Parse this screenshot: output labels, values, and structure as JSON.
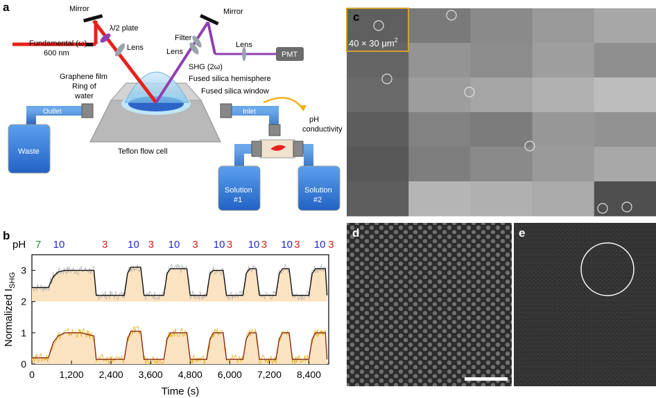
{
  "panel_a": {
    "letter": "a",
    "labels": {
      "mirror_left": "Mirror",
      "half_wave": "λ/2 plate",
      "lens_left": "Lens",
      "fundamental_1": "Fundamental (ω)",
      "fundamental_2": "600 nm",
      "mirror_right": "Mirror",
      "filter": "Filter",
      "lens_mid": "Lens",
      "lens_right": "Lens",
      "shg": "SHG (2ω)",
      "pmt": "PMT",
      "graphene": "Graphene film",
      "ring1": "Ring of",
      "ring2": "water",
      "hemisphere": "Fused silica hemisphere",
      "window": "Fused silica window",
      "outlet": "Outlet",
      "inlet": "Inlet",
      "ph1": "pH",
      "ph2": "conductivity",
      "waste": "Waste",
      "flowcell": "Teflon flow cell",
      "sol1_a": "Solution",
      "sol1_b": "#1",
      "sol2_a": "Solution",
      "sol2_b": "#2"
    },
    "colors": {
      "fundamental_beam": "#e8211c",
      "shg_beam": "#8e3fb0",
      "water": "#3d7fd6",
      "tubing": "#3a78c8"
    }
  },
  "panel_b": {
    "letter": "b",
    "ph_label": "pH",
    "ph_sequence": [
      {
        "t": 0,
        "v": "7",
        "color": "#1e8c2c"
      },
      {
        "t": 540,
        "v": "10",
        "color": "#1f28c8"
      },
      {
        "t": 2020,
        "v": "3",
        "color": "#d41919"
      },
      {
        "t": 2800,
        "v": "10",
        "color": "#1f28c8"
      },
      {
        "t": 3420,
        "v": "3",
        "color": "#d41919"
      },
      {
        "t": 4030,
        "v": "10",
        "color": "#1f28c8"
      },
      {
        "t": 4760,
        "v": "3",
        "color": "#d41919"
      },
      {
        "t": 5400,
        "v": "10",
        "color": "#1f28c8"
      },
      {
        "t": 5800,
        "v": "3",
        "color": "#d41919"
      },
      {
        "t": 6450,
        "v": "10",
        "color": "#1f28c8"
      },
      {
        "t": 6850,
        "v": "3",
        "color": "#d41919"
      },
      {
        "t": 7450,
        "v": "10",
        "color": "#1f28c8"
      },
      {
        "t": 7850,
        "v": "3",
        "color": "#d41919"
      },
      {
        "t": 8450,
        "v": "10",
        "color": "#1f28c8"
      },
      {
        "t": 8880,
        "v": "3",
        "color": "#d41919"
      }
    ]
  },
  "chart_data": {
    "type": "line",
    "xlabel": "Time (s)",
    "ylabel": "Normalized I",
    "ylabel_sub": "SHG",
    "xlim": [
      0,
      9000
    ],
    "ylim": [
      0,
      3.5
    ],
    "xticks": [
      0,
      1200,
      2400,
      3600,
      4800,
      6000,
      7200,
      8400
    ],
    "xtick_labels": [
      "0",
      "1,200",
      "2,400",
      "3,600",
      "4,800",
      "6,000",
      "7,200",
      "8,400"
    ],
    "yticks": [
      0,
      1,
      2,
      3
    ],
    "ytick_labels": [
      "0",
      "1",
      "2",
      "3"
    ],
    "series": [
      {
        "color": "#111111",
        "raw_color": "#aaaaaa",
        "fill": "#fbe3c1",
        "x": [
          0,
          500,
          650,
          800,
          1000,
          1500,
          1880,
          1950,
          2800,
          2900,
          3000,
          3300,
          3400,
          4000,
          4100,
          4200,
          4700,
          4800,
          5300,
          5400,
          5500,
          5800,
          5900,
          6400,
          6500,
          6600,
          6800,
          6900,
          7400,
          7500,
          7600,
          7800,
          7900,
          8400,
          8500,
          8600,
          8900,
          8950
        ],
        "y": [
          2.45,
          2.45,
          2.8,
          2.95,
          3.0,
          3.0,
          3.0,
          2.2,
          2.2,
          2.9,
          3.1,
          3.1,
          2.2,
          2.2,
          2.9,
          3.05,
          3.05,
          2.2,
          2.2,
          2.9,
          3.0,
          3.0,
          2.2,
          2.2,
          2.9,
          3.05,
          3.05,
          2.2,
          2.2,
          2.9,
          3.05,
          3.05,
          2.2,
          2.2,
          2.9,
          3.05,
          3.05,
          2.2
        ]
      },
      {
        "color": "#8b2a12",
        "raw_color": "#e0a800",
        "fill": "#fbe3c1",
        "x": [
          0,
          500,
          650,
          800,
          1000,
          1500,
          1880,
          1950,
          2800,
          2900,
          3000,
          3300,
          3400,
          4000,
          4100,
          4200,
          4700,
          4800,
          5300,
          5400,
          5500,
          5800,
          5900,
          6400,
          6500,
          6600,
          6800,
          6900,
          7400,
          7500,
          7600,
          7800,
          7900,
          8400,
          8500,
          8600,
          8900,
          8950
        ],
        "y": [
          0.2,
          0.2,
          0.7,
          0.9,
          1.0,
          1.0,
          0.9,
          0.15,
          0.15,
          0.8,
          1.05,
          1.05,
          0.15,
          0.15,
          0.8,
          1.0,
          1.0,
          0.15,
          0.15,
          0.8,
          1.0,
          1.0,
          0.15,
          0.15,
          0.8,
          1.0,
          1.0,
          0.15,
          0.15,
          0.8,
          1.0,
          1.0,
          0.15,
          0.15,
          0.8,
          1.0,
          1.0,
          0.15
        ]
      }
    ]
  },
  "panel_c": {
    "letter": "c",
    "scale_label": "40 × 30 μm",
    "scale_sup": "2"
  },
  "panel_d": {
    "letter": "d"
  },
  "panel_e": {
    "letter": "e"
  }
}
